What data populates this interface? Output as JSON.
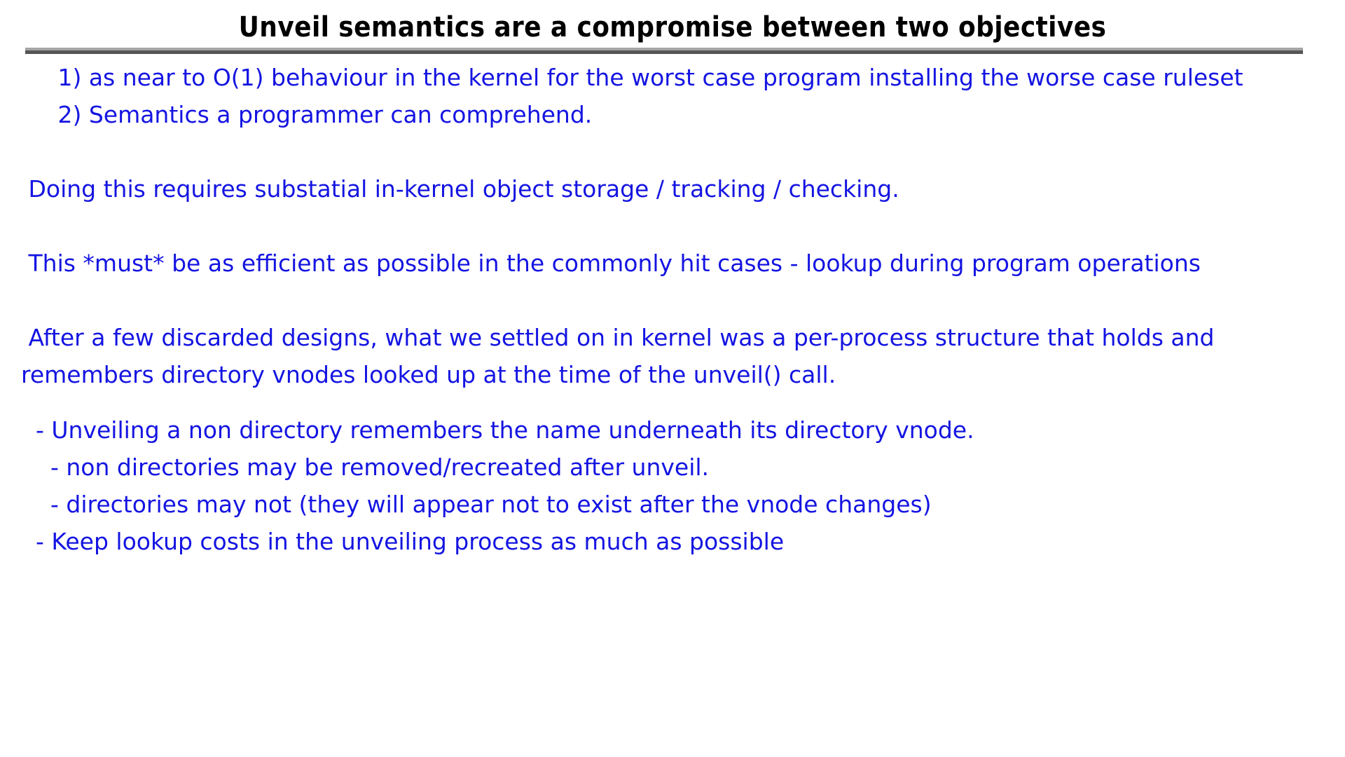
{
  "slide": {
    "title": "Unveil semantics are a compromise between two objectives",
    "title_color": "#000000",
    "body_color": "#1414e2",
    "background_color": "#ffffff",
    "rule": {
      "top_band_color": "#a5a5a5",
      "bottom_band_color": "#565656"
    },
    "body": {
      "line_1": "     1) as near to O(1) behaviour in the kernel for the worst case program installing the worse case ruleset",
      "line_2": "     2) Semantics a programmer can comprehend.",
      "line_3": " Doing this requires substatial in-kernel object storage / tracking / checking.",
      "line_4": " This *must* be as efficient as possible in the commonly hit cases - lookup during program operations",
      "line_5": " After a few discarded designs, what we settled on in kernel was a per-process structure that holds and remembers directory vnodes looked up at the time of the unveil() call.",
      "line_6": "  - Unveiling a non directory remembers the name underneath its directory vnode.",
      "line_7": "    - non directories may be removed/recreated after unveil.",
      "line_8": "    - directories may not (they will appear not to exist after the vnode changes)",
      "line_9": "  - Keep lookup costs in the unveiling process as much as possible"
    }
  }
}
